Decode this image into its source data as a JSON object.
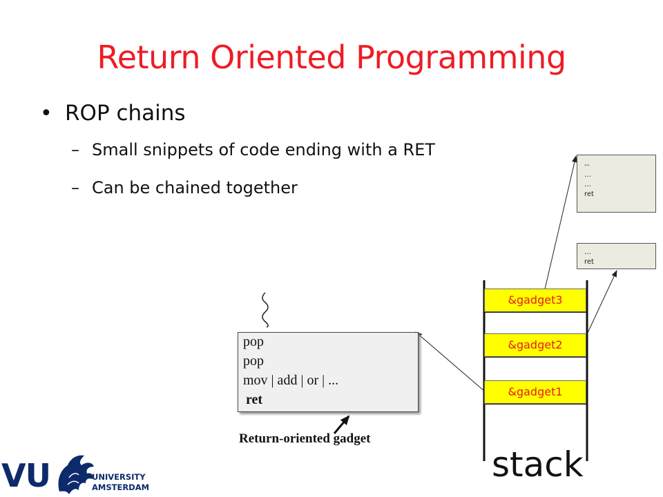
{
  "slide": {
    "title": "Return Oriented Programming",
    "bullets": [
      {
        "marker": "•",
        "text": "ROP chains"
      },
      {
        "marker": "–",
        "text": "Small snippets of code ending with a RET"
      },
      {
        "marker": "–",
        "text": "Can be chained together"
      }
    ]
  },
  "gadget_box": {
    "lines": [
      "pop",
      "pop",
      "mov | add | or | ...",
      "ret"
    ],
    "caption": "Return-oriented gadget"
  },
  "stack": {
    "entries": [
      "&gadget3",
      "&gadget2",
      "&gadget1"
    ],
    "label": "stack"
  },
  "code_snippets": [
    {
      "lines": [
        "--",
        "…",
        "…",
        "ret"
      ]
    },
    {
      "lines": [
        "…",
        "ret"
      ]
    }
  ],
  "logo": {
    "mark": "VU",
    "line1": "UNIVERSITY",
    "line2": "AMSTERDAM"
  },
  "colors": {
    "title": "#ee1c25",
    "gadget_fill": "#ffff00",
    "gadget_text": "#e81b1b",
    "logo": "#0d2a6b"
  }
}
